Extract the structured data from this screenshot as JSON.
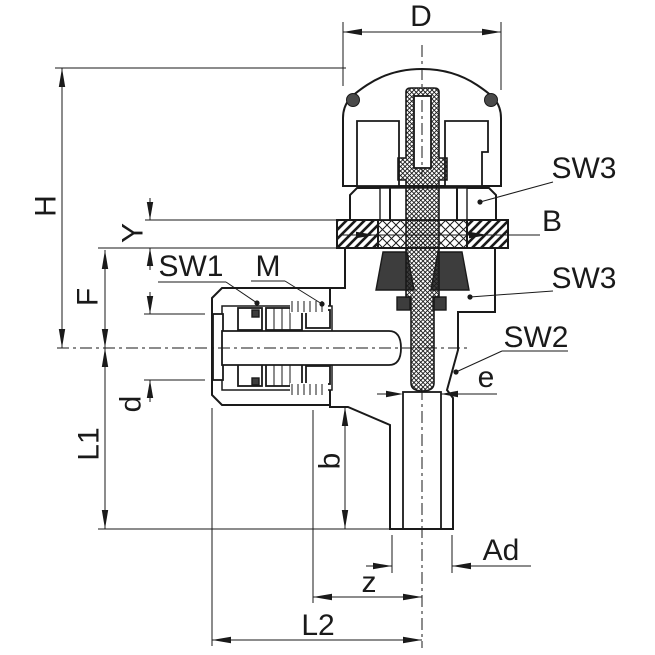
{
  "drawing": {
    "title": "Angle valve push-in fitting cross-section",
    "type": "technical-cross-section",
    "labels": {
      "D": "D",
      "H": "H",
      "Y": "Y",
      "F": "F",
      "d": "d",
      "L1": "L1",
      "b": "b",
      "SW1": "SW1",
      "M": "M",
      "B": "B",
      "SW2": "SW2",
      "SW3_upper": "SW3",
      "SW3_lower": "SW3",
      "e": "e",
      "Ad": "Ad",
      "z": "z",
      "L2": "L2"
    },
    "colors": {
      "line": "#1a1a1a",
      "background": "#ffffff",
      "seal": "#3d3d3d",
      "cap_insert": "#4a4a4a"
    }
  }
}
